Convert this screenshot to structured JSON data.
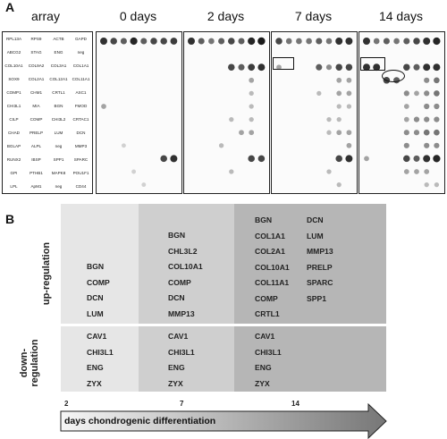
{
  "panel_a": {
    "letter": "A",
    "array_title": "array",
    "genes": [
      [
        "RPL13A",
        "RPS9",
        "ACTB",
        "GAPD"
      ],
      [
        "ABCG2",
        "STAG",
        "ENG",
        "neg"
      ],
      [
        "COL10A1",
        "COL9A2",
        "COL3A1",
        "COL1A1"
      ],
      [
        "SOX9",
        "COL2A1",
        "COL12A1",
        "COL11A1"
      ],
      [
        "COMP1",
        "CHM1",
        "CRTL1",
        "ASC1"
      ],
      [
        "CHI3L1",
        "MIA",
        "BGN",
        "FMOD"
      ],
      [
        "CILP",
        "COMP",
        "CHI3L2",
        "CRTAC1"
      ],
      [
        "CHAD",
        "PRELP",
        "LUM",
        "DCN"
      ],
      [
        "BGLAP",
        "ALPL",
        "neg",
        "MMP3"
      ],
      [
        "RUNX2",
        "IBSP",
        "SPP1",
        "SPARC"
      ],
      [
        "GPI",
        "PTHB1",
        "MAPK8",
        "POU1F1"
      ],
      [
        "LPL",
        "ApM1",
        "neg",
        "CD44"
      ]
    ],
    "blots": [
      {
        "title": "0 days"
      },
      {
        "title": "2 days"
      },
      {
        "title": "7 days"
      },
      {
        "title": "14 days"
      }
    ]
  },
  "panel_b": {
    "letter": "B",
    "up_label": "up-regulation",
    "down_label": "down-\nregulation",
    "up": {
      "d2": [
        "BGN",
        "COMP",
        "DCN",
        "LUM"
      ],
      "d7": [
        "BGN",
        "CHL3L2",
        "COL10A1",
        "COMP",
        "DCN",
        "MMP13"
      ],
      "d14a": [
        "BGN",
        "COL1A1",
        "COL2A1",
        "COL10A1",
        "COL11A1",
        "COMP",
        "CRTL1"
      ],
      "d14b": [
        "DCN",
        "LUM",
        "MMP13",
        "PRELP",
        "SPARC",
        "SPP1"
      ]
    },
    "down": {
      "d2": [
        "CAV1",
        "CHI3L1",
        "ENG",
        "ZYX"
      ],
      "d7": [
        "CAV1",
        "CHI3L1",
        "ENG",
        "ZYX"
      ],
      "d14": [
        "CAV1",
        "CHI3L1",
        "ENG",
        "ZYX"
      ]
    },
    "days": [
      "2",
      "7",
      "14"
    ],
    "axis_label": "days chondrogenic differentiation",
    "colors": {
      "light": "#e6e6e6",
      "mid": "#cfcfcf",
      "dark": "#b6b6b6",
      "arrow_start": "#f4f4f4",
      "arrow_end": "#777777"
    }
  }
}
